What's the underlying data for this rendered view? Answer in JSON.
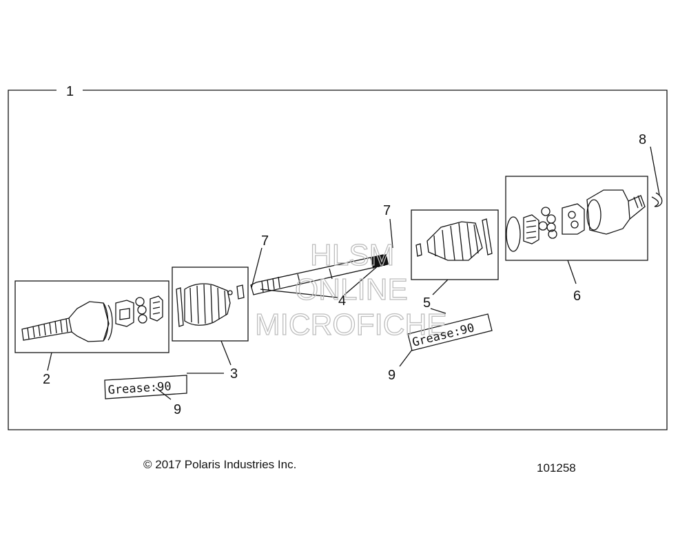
{
  "callouts": {
    "c1": "1",
    "c2": "2",
    "c3": "3",
    "c4": "4",
    "c5": "5",
    "c6": "6",
    "c7a": "7",
    "c7b": "7",
    "c8": "8",
    "c9a": "9",
    "c9b": "9"
  },
  "grease_labels": {
    "left": "Grease:90",
    "right": "Grease:90"
  },
  "watermark": {
    "line1": "HLSM",
    "line2": "ONLINE",
    "line3": "MICROFICHE"
  },
  "footer": {
    "copyright": "© 2017 Polaris Industries Inc.",
    "figure_number": "101258"
  }
}
